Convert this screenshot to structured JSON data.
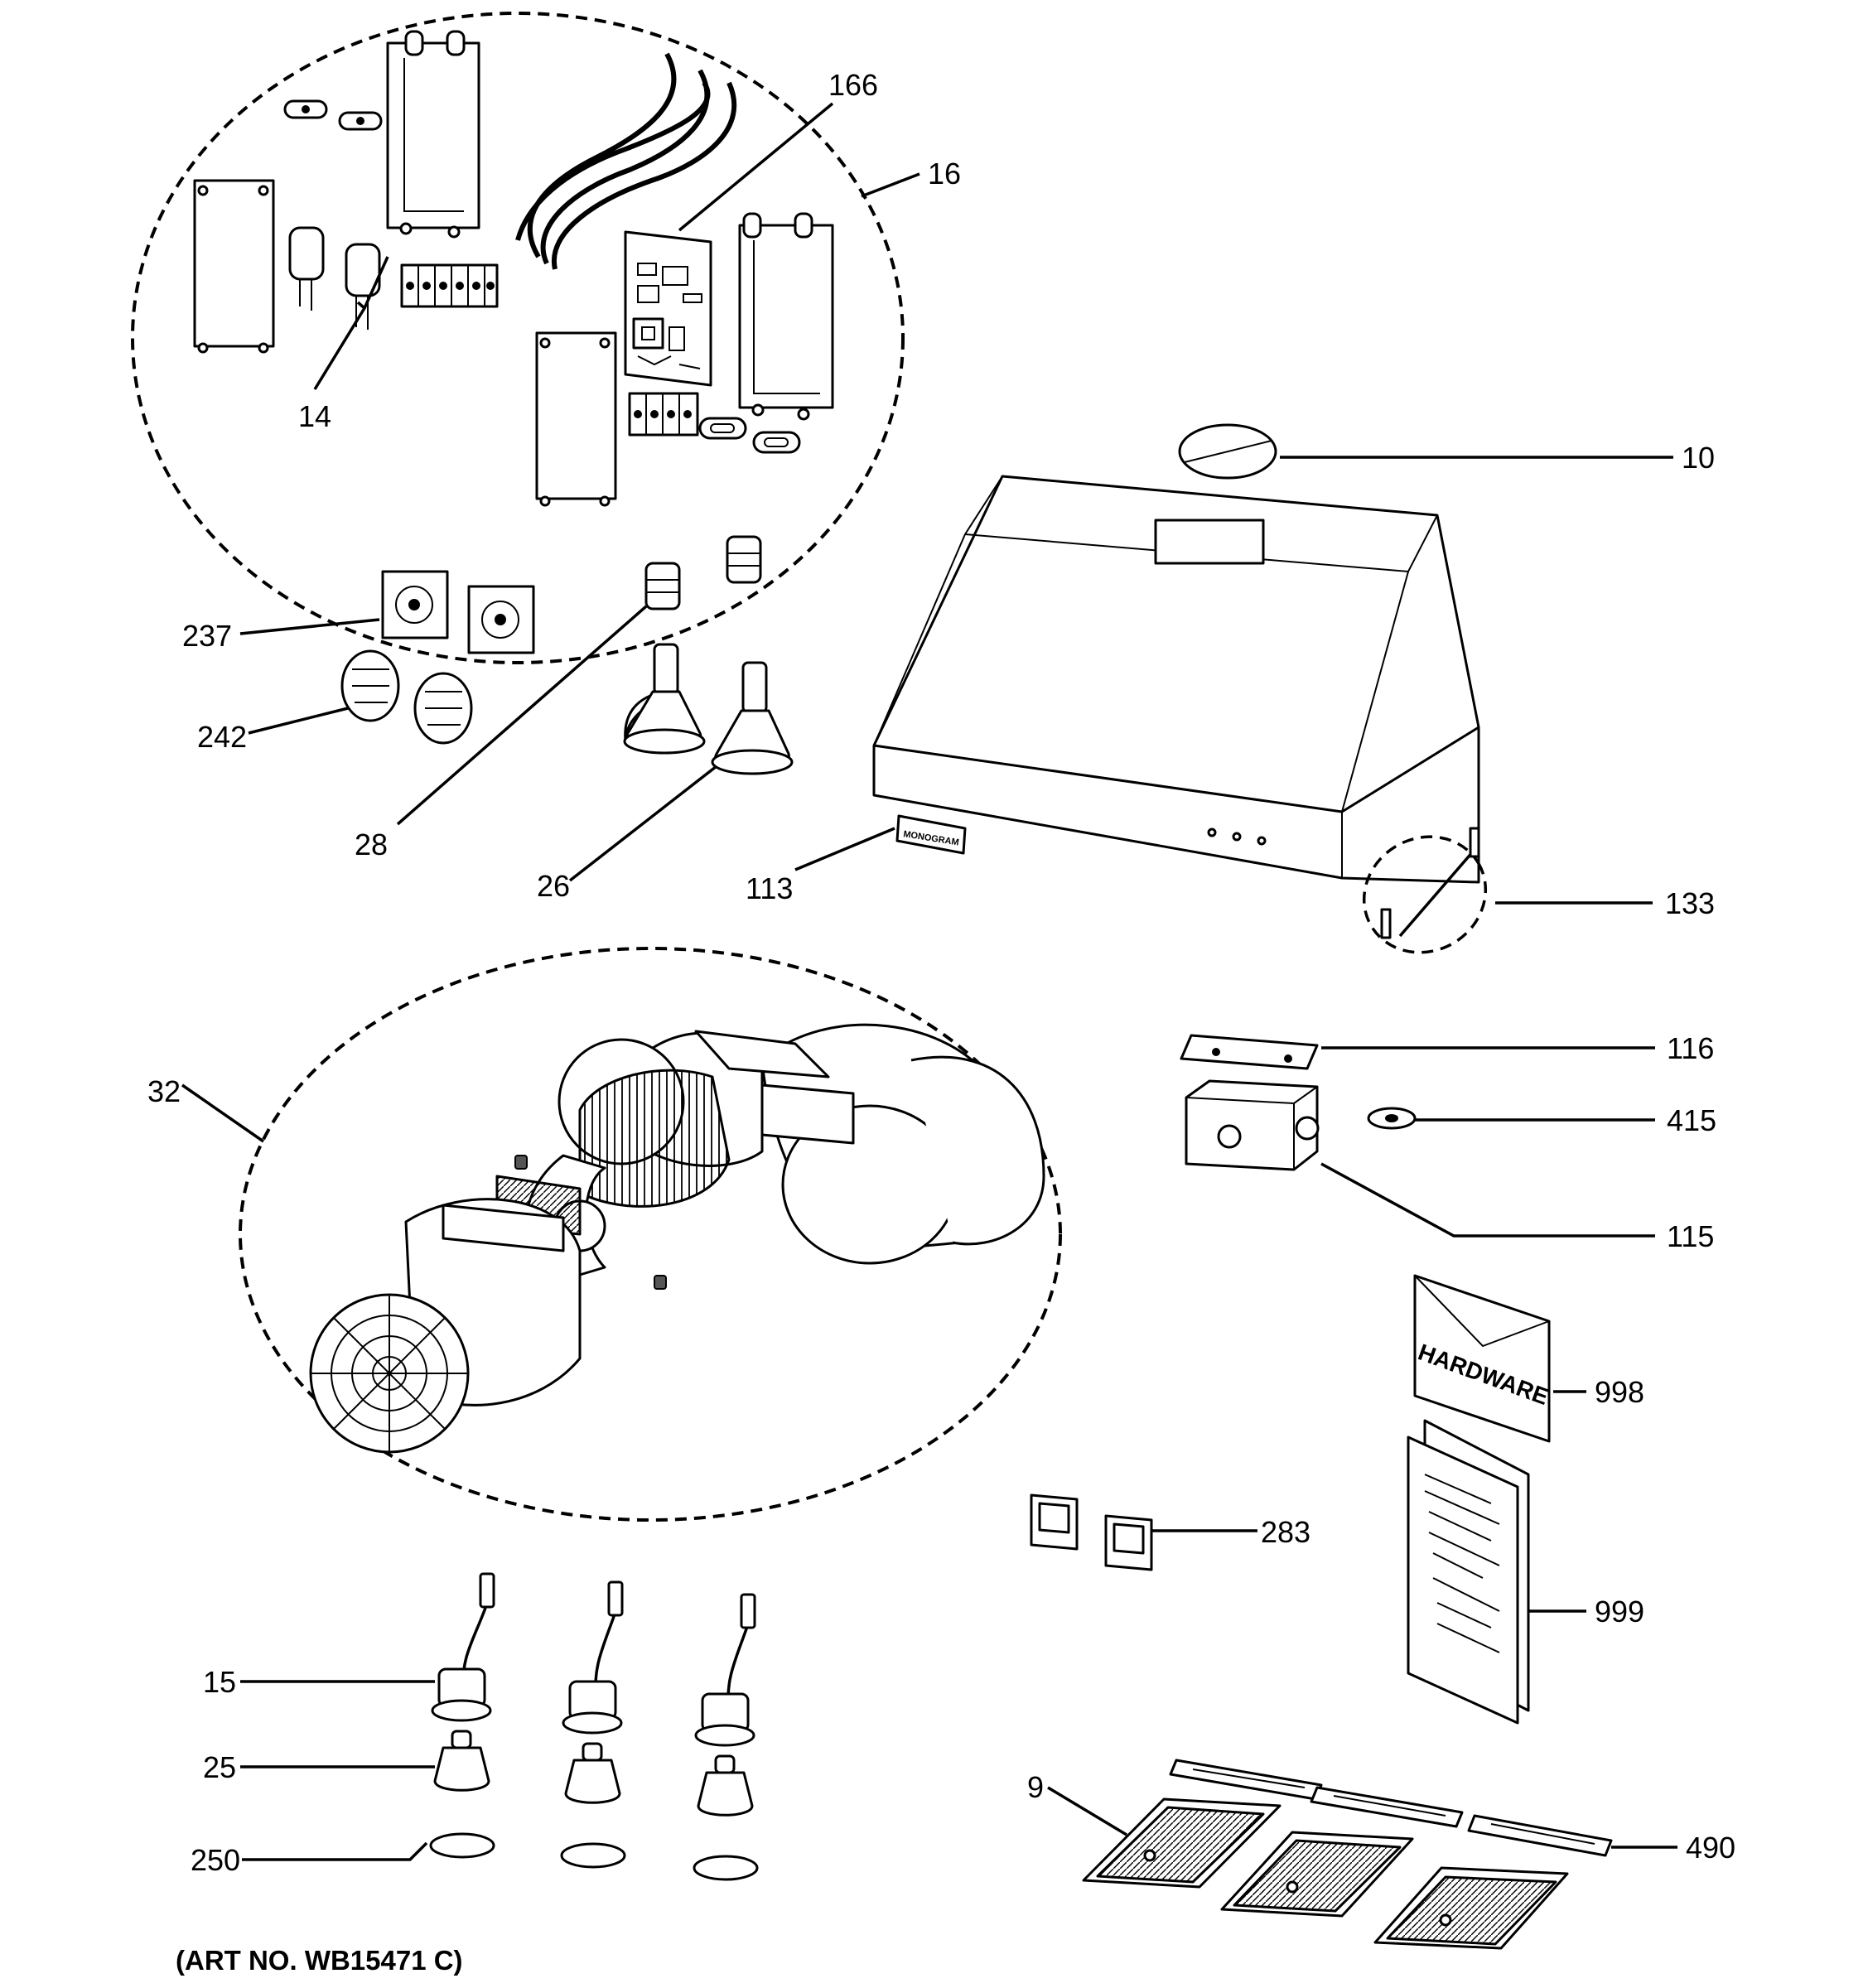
{
  "callouts": {
    "c10": "10",
    "c14": "14",
    "c16": "16",
    "c166": "166",
    "c237": "237",
    "c242": "242",
    "c28": "28",
    "c26": "26",
    "c113": "113",
    "c133": "133",
    "c32": "32",
    "c116": "116",
    "c415": "415",
    "c115": "115",
    "c998": "998",
    "c999": "999",
    "c283": "283",
    "c15": "15",
    "c25": "25",
    "c250": "250",
    "c9": "9",
    "c490": "490"
  },
  "brand_badge_text": "MONOGRAM",
  "hardware_bag_text": "HARDWARE",
  "art_number": "(ART NO. WB15471 C)"
}
